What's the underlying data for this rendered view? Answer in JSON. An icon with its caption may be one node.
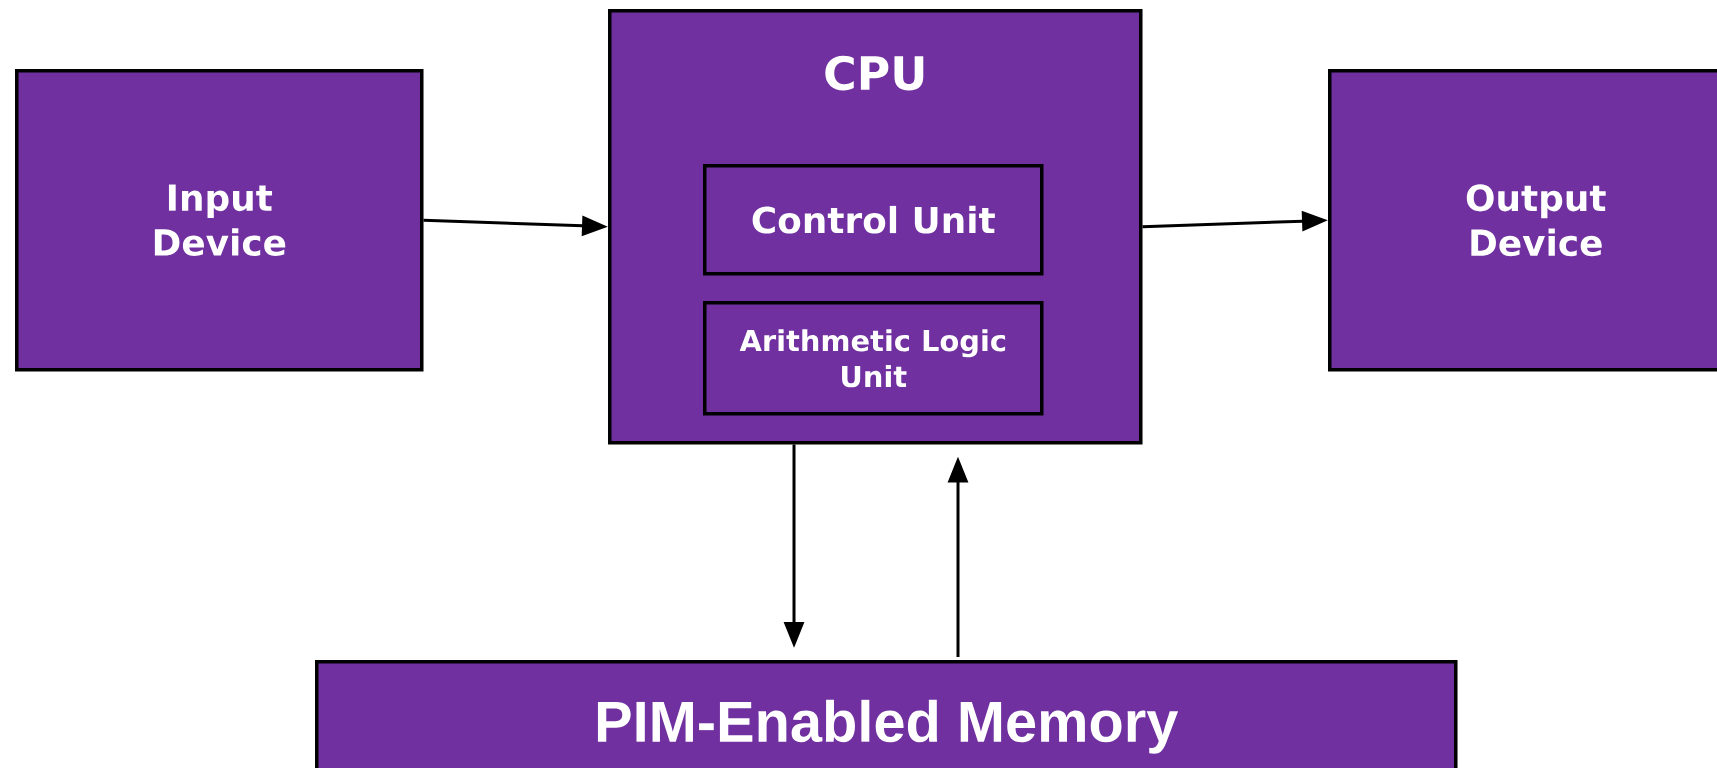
{
  "diagram": {
    "nodes": [
      {
        "text": [
          "Input Device"
        ]
      },
      {
        "text": [
          "CPU"
        ]
      },
      {
        "text": [
          "Control Unit"
        ],
        "in": 1
      },
      {
        "text": [
          "Arithmetic Logic Unit"
        ],
        "in": 1
      },
      {
        "text": [
          "Output Device"
        ]
      },
      {
        "text": [
          "PIM-Enabled Memory"
        ]
      }
    ],
    "edges": [
      {
        "from": 0,
        "to": 1,
        "arrow": "to"
      },
      {
        "from": 1,
        "to": 4,
        "arrow": "to"
      },
      {
        "from": 1,
        "to": 5,
        "arrow": "to"
      },
      {
        "from": 5,
        "to": 1,
        "arrow": "to"
      }
    ]
  }
}
